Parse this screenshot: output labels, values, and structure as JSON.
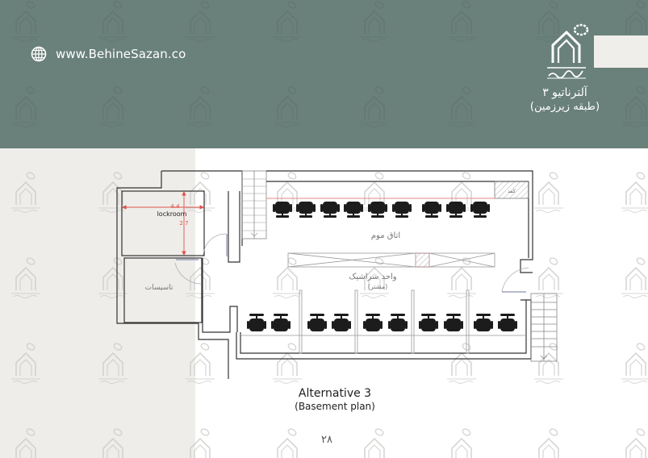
{
  "header": {
    "website": "www.BehineSazan.co",
    "website_icon": "globe-icon",
    "logo_icon": "behine-sazan-logo-icon",
    "title_fa": "آلترناتیو ۳",
    "subtitle_fa": "(طبقه زیرزمین)",
    "background_color": "#6a807a"
  },
  "plan": {
    "rooms": {
      "lockroom": "lockroom",
      "installations": "تاسیسات",
      "wax_room": "اتاق موم",
      "storage": "کمد",
      "salon_unit": "واحد سراشیک",
      "salon_unit_sub": "(مشتر)"
    },
    "dimensions": {
      "width": "4.4",
      "height": "2.7"
    },
    "dimension_color": "#e0524a",
    "wax_room_chairs": 9,
    "salon_chairs": 10
  },
  "caption": {
    "title": "Alternative 3",
    "subtitle": "(Basement plan)"
  },
  "page_number": "۲۸"
}
